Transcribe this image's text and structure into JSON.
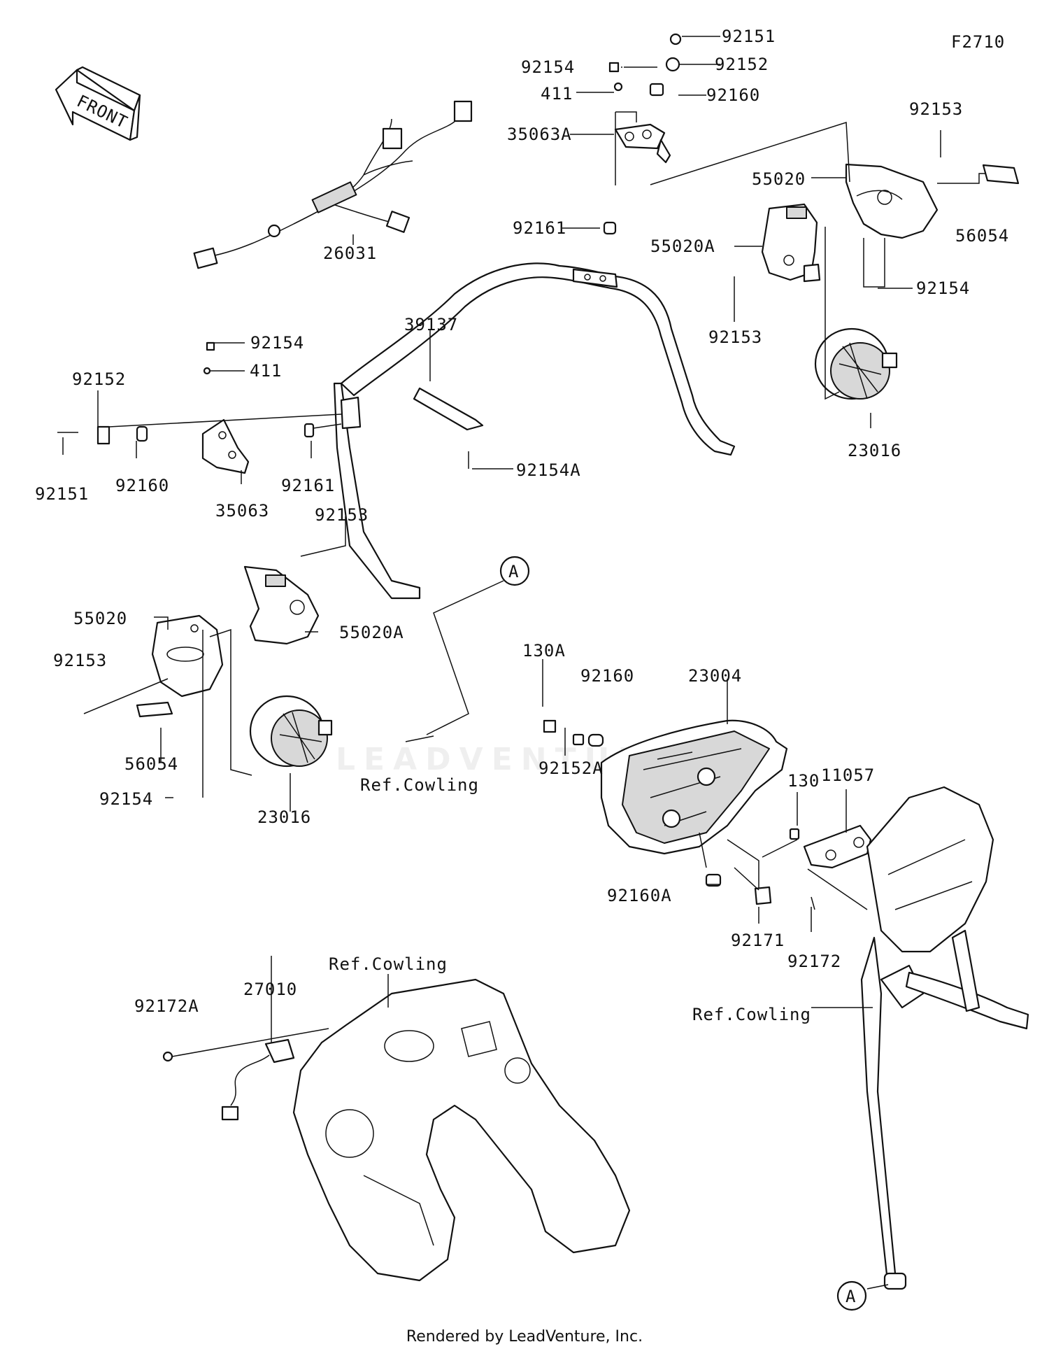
{
  "diagram_code": "F2710",
  "front_label": "FRONT",
  "watermark": "LEADVENTURE",
  "footer": "Rendered by LeadVenture, Inc.",
  "callout_labels": [
    "92151",
    "92152",
    "92154",
    "92160",
    "411",
    "35063A",
    "92153",
    "55020",
    "56054",
    "92161",
    "55020A",
    "92154",
    "92153",
    "26031",
    "39137",
    "23016",
    "92154",
    "411",
    "92152",
    "92151",
    "92160",
    "92161",
    "35063",
    "92154A",
    "92153",
    "55020",
    "55020A",
    "92153",
    "56054",
    "92154",
    "23016",
    "Ref.Cowling",
    "130A",
    "92160",
    "23004",
    "92152A",
    "130",
    "11057",
    "92160A",
    "92171",
    "92172",
    "Ref.Cowling",
    "27010",
    "92172A",
    "Ref.Cowling"
  ],
  "ref_marker": "A"
}
